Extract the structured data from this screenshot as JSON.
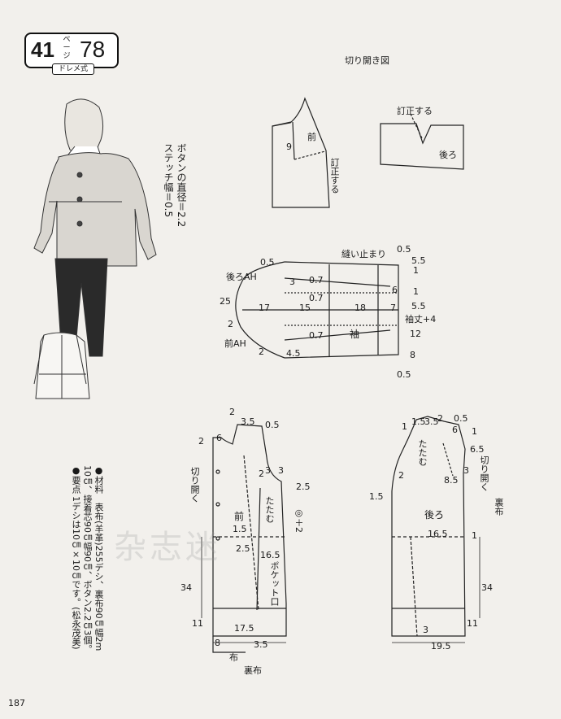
{
  "header": {
    "badge_number": "41",
    "badge_unit": "ページ",
    "badge_page": "78",
    "badge_sub": "ドレメ式"
  },
  "titles": {
    "slash_diagram": "切り開き図"
  },
  "notes": {
    "button_note": "ボタンの直径＝2.2",
    "stitch_note": "ステッチ幅＝0.5",
    "materials": "●材料　表布(羊革)255デシ、裏布90㎝幅2m",
    "materials2": "10㎝、接着芯90㎝幅90㎝、ボタン2.2㎝3個。",
    "points_title": "●要点",
    "points": "1デシは10㎝×10㎝です。(松永茂美)"
  },
  "slash": {
    "front": "前",
    "adjust": "訂正する",
    "back": "後ろ",
    "adjust2": "訂正する",
    "nine": "9"
  },
  "sleeve": {
    "label": "袖",
    "back_ah": "後ろAH",
    "front_ah": "前AH",
    "cuff": "縫い止まり",
    "length": "袖丈+4",
    "m05a": "0.5",
    "m05b": "0.5",
    "m05c": "0.5",
    "m55a": "5.5",
    "m55b": "5.5",
    "m1a": "1",
    "m1b": "1",
    "m3": "3",
    "m07a": "0.7",
    "m07b": "0.7",
    "m07c": "0.7",
    "m6": "6",
    "m25": "25",
    "m17": "17",
    "m15": "15",
    "m18": "18",
    "m7": "7",
    "m12": "12",
    "m2a": "2",
    "m2b": "2",
    "m45": "4.5",
    "m8": "8"
  },
  "front_bodice": {
    "label": "前",
    "kiri": "切り開く",
    "tatamu": "たたむ",
    "pocket": "ポケット口",
    "m2": "2",
    "m35": "3.5",
    "m05": "0.5",
    "m2b": "2",
    "m6": "6",
    "m3a": "3",
    "m3b": "3",
    "m25a": "2.5",
    "m2c": "2",
    "m15": "1.5",
    "m25b": "2.5",
    "m165": "16.5",
    "m34": "34",
    "m11": "11",
    "m175": "17.5",
    "m8": "8",
    "m35b": "3.5",
    "formula": "◎＋2",
    "cloth": "布",
    "lining": "裏布"
  },
  "back_bodice": {
    "label": "後ろ",
    "kiri": "切り開く",
    "tatamu": "たたむ",
    "lining": "裏布",
    "m1": "1",
    "m15": "1.5",
    "m35": "3.5",
    "m2": "2",
    "m05": "0.5",
    "m6": "6",
    "m1b": "1",
    "m65": "6.5",
    "m3": "3",
    "m85": "8.5",
    "m2b": "2",
    "m15b": "1.5",
    "m165": "16.5",
    "m1c": "1",
    "m34": "34",
    "m11": "11",
    "m3b": "3",
    "m195": "19.5"
  },
  "folio": "187",
  "watermark": "杂志迷"
}
